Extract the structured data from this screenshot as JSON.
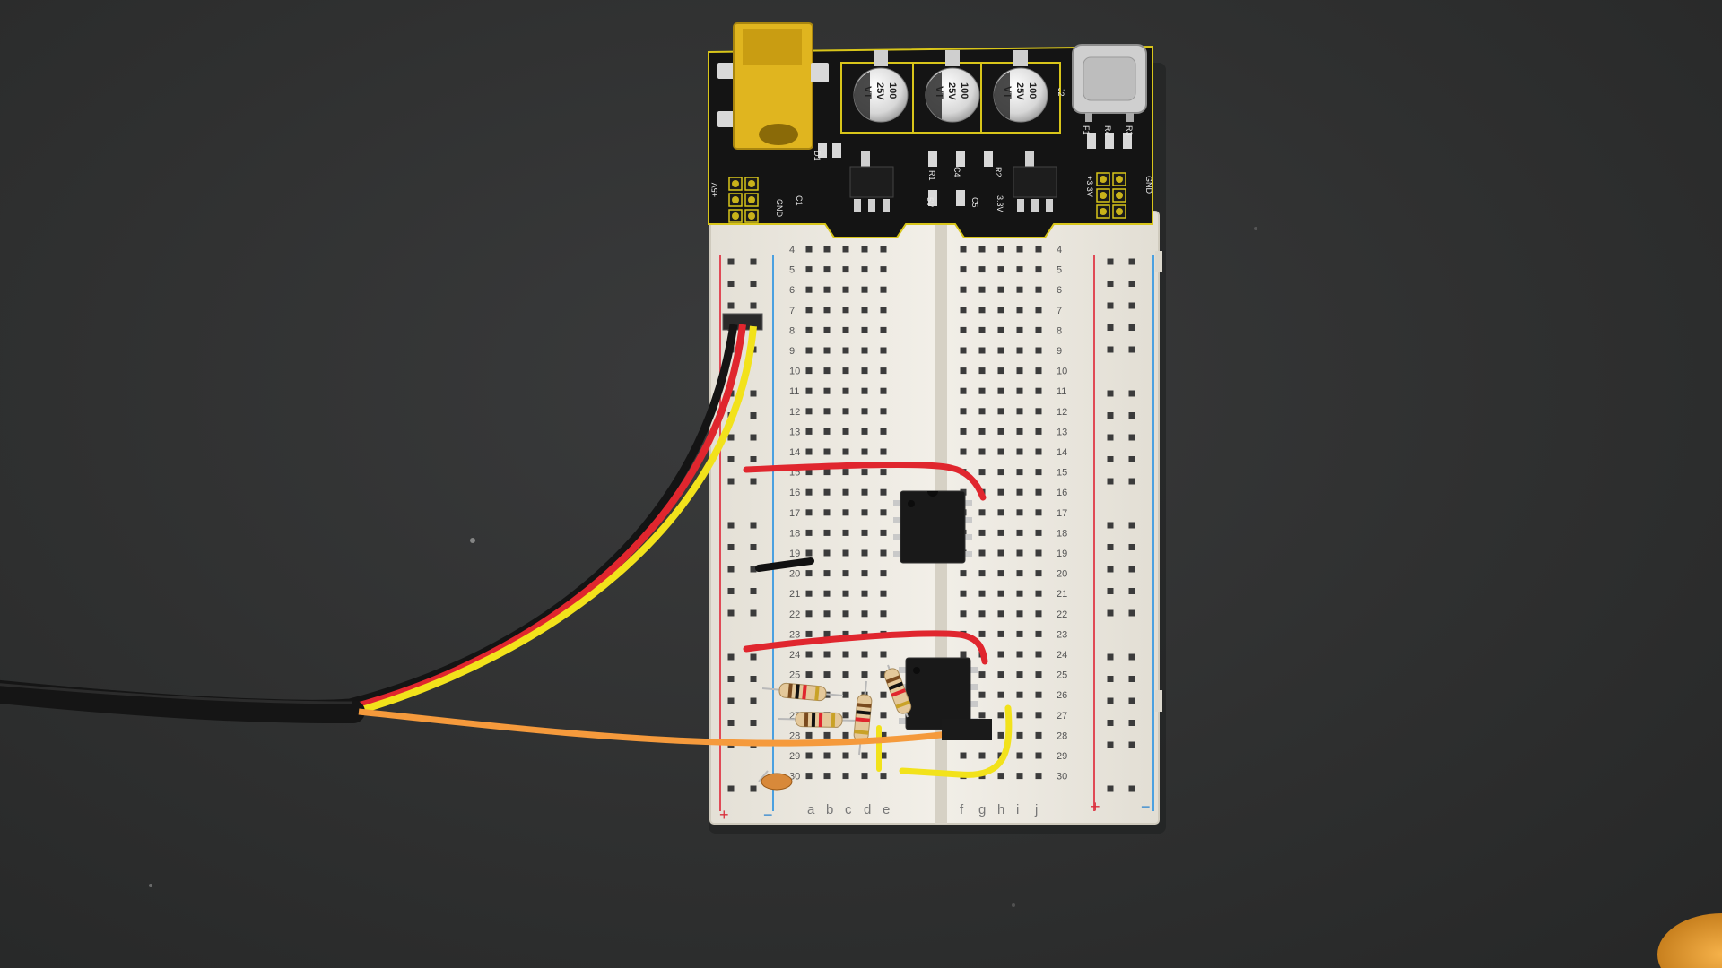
{
  "scene": {
    "background_color": "#2f3030",
    "board_color": "#ece8df",
    "pcb_color": "#141414"
  },
  "power_module": {
    "caps": [
      {
        "value": "100",
        "voltage": "25V",
        "tag": "VT"
      },
      {
        "value": "100",
        "voltage": "25V",
        "tag": "VT"
      },
      {
        "value": "100",
        "voltage": "25V",
        "tag": "VT"
      }
    ],
    "silk_left": [
      "+5V",
      "GND",
      "D1",
      "C1"
    ],
    "silk_center": [
      "R1",
      "C4",
      "R2",
      "5V",
      "C5",
      "3.3V"
    ],
    "silk_right": [
      "J2",
      "F1",
      "R4",
      "R3",
      "GND",
      "+3.3V"
    ]
  },
  "breadboard": {
    "column_letters": [
      "a",
      "b",
      "c",
      "d",
      "e",
      "f",
      "g",
      "h",
      "i",
      "j"
    ],
    "row_numbers": [
      "4",
      "5",
      "6",
      "7",
      "8",
      "9",
      "10",
      "11",
      "12",
      "13",
      "14",
      "15",
      "16",
      "17",
      "18",
      "19",
      "20",
      "21",
      "22",
      "23",
      "24",
      "25",
      "26",
      "27",
      "28",
      "29",
      "30"
    ],
    "rail_plus": "+",
    "rail_minus": "−"
  },
  "wire_colors": {
    "red": "#e0262e",
    "yellow": "#f2e21b",
    "orange": "#f59a3c",
    "black": "#141414"
  }
}
